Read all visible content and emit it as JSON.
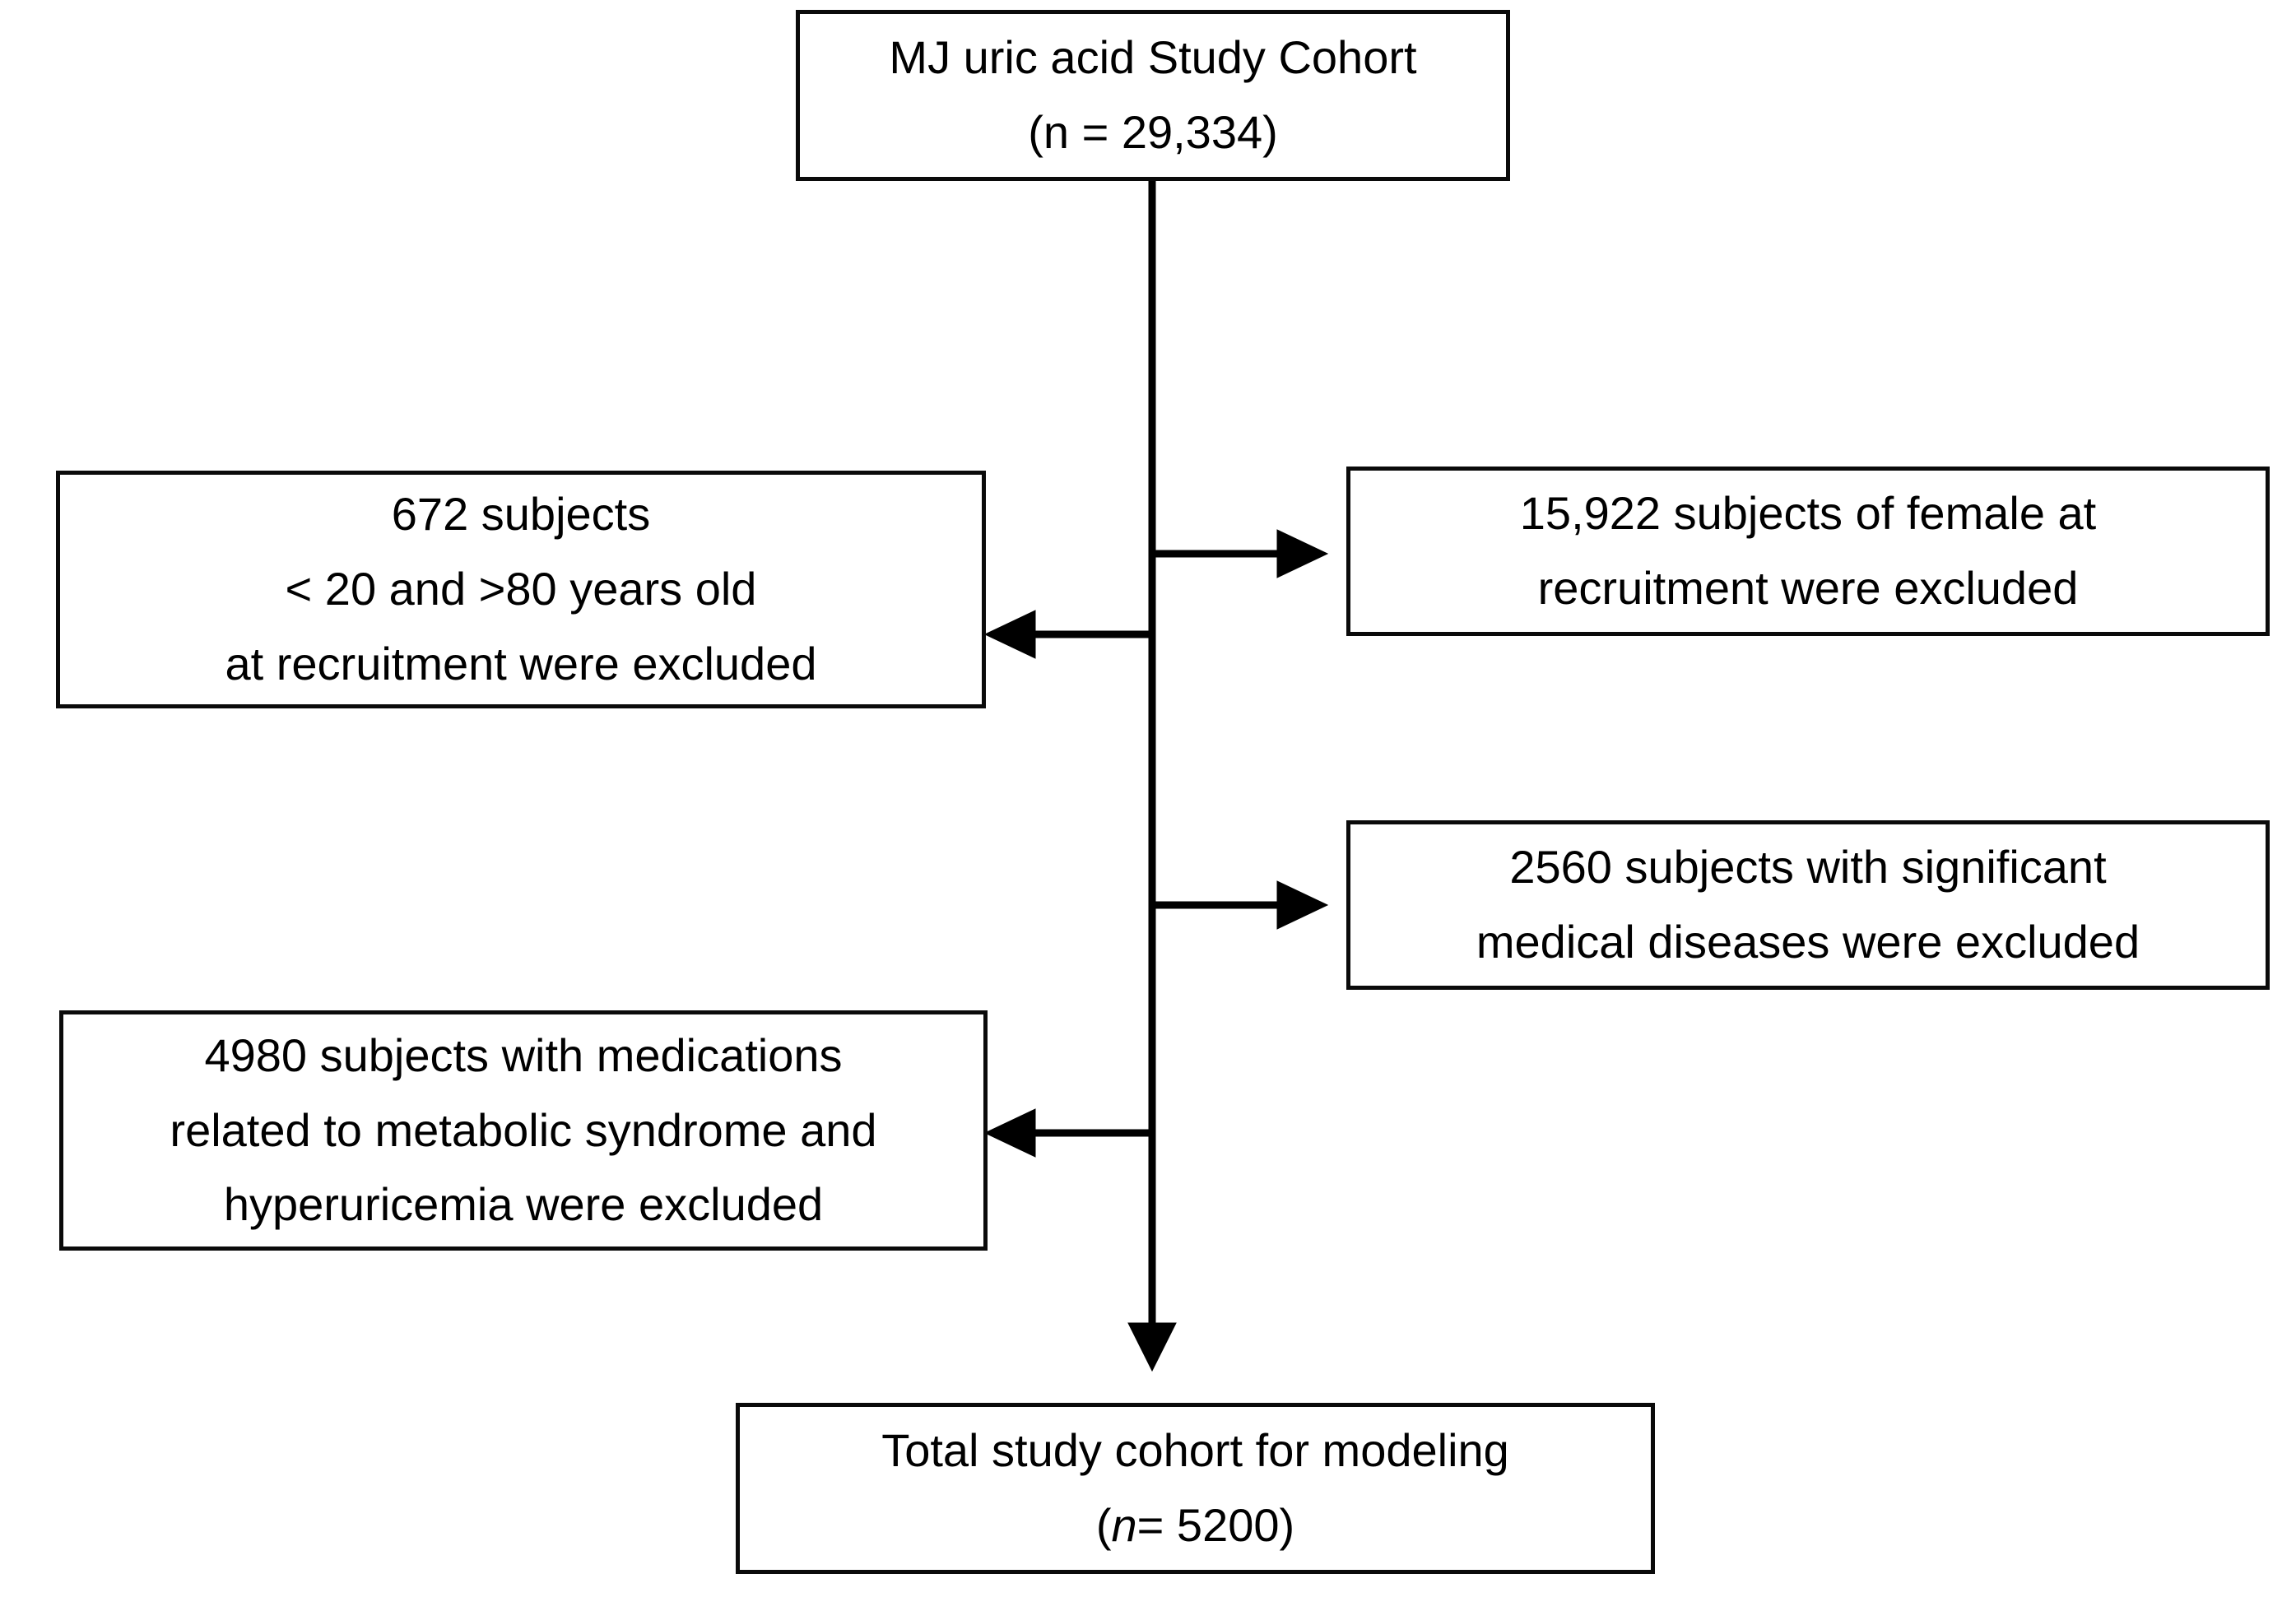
{
  "diagram": {
    "type": "flowchart",
    "description": "Study cohort selection flow diagram",
    "colors": {
      "stroke": "#000000",
      "text": "#000000",
      "background": "#ffffff"
    },
    "nodes": {
      "cohort": {
        "lines": [
          "MJ uric acid Study Cohort",
          "(n = 29,334)"
        ]
      },
      "excluded_age": {
        "lines": [
          "672 subjects",
          "< 20 and >80 years old",
          "at recruitment were excluded"
        ]
      },
      "excluded_female": {
        "lines": [
          "15,922 subjects of female at",
          "recruitment were excluded"
        ]
      },
      "excluded_medical": {
        "lines": [
          "2560 subjects with significant",
          "medical diseases were excluded"
        ]
      },
      "excluded_medication": {
        "lines": [
          "4980 subjects with medications",
          "related to metabolic syndrome and",
          "hyperuricemia were excluded"
        ]
      },
      "final_cohort": {
        "line1": "Total study cohort for modeling",
        "n_open": "(",
        "n_symbol": "n",
        "n_rest": "= 5200)"
      }
    },
    "edges": [
      {
        "from": "cohort",
        "to": "final_cohort",
        "style": "down-arrow"
      },
      {
        "from": "main-line",
        "to": "excluded_female",
        "style": "right-arrow"
      },
      {
        "from": "main-line",
        "to": "excluded_age",
        "style": "left-arrow"
      },
      {
        "from": "main-line",
        "to": "excluded_medical",
        "style": "right-arrow"
      },
      {
        "from": "main-line",
        "to": "excluded_medication",
        "style": "left-arrow"
      }
    ]
  }
}
